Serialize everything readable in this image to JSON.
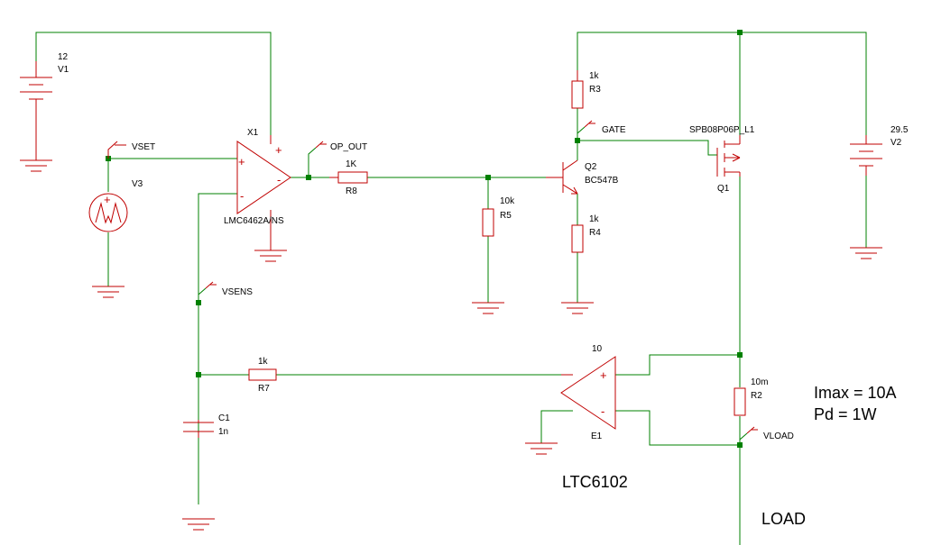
{
  "colors": {
    "wire": "#008000",
    "component": "#c00000",
    "text": "#000000",
    "background": "#ffffff"
  },
  "components": {
    "v1": {
      "value": "12",
      "name": "V1"
    },
    "v2": {
      "value": "29.5",
      "name": "V2"
    },
    "v3": {
      "name": "V3"
    },
    "x1": {
      "name": "X1",
      "model": "LMC6462A/NS"
    },
    "r8": {
      "value": "1K",
      "name": "R8"
    },
    "r5": {
      "value": "10k",
      "name": "R5"
    },
    "r3": {
      "value": "1k",
      "name": "R3"
    },
    "r4": {
      "value": "1k",
      "name": "R4"
    },
    "r7": {
      "value": "1k",
      "name": "R7"
    },
    "r2": {
      "value": "10m",
      "name": "R2"
    },
    "c1": {
      "name": "C1",
      "value": "1n"
    },
    "q2": {
      "name": "Q2",
      "model": "BC547B"
    },
    "q1": {
      "model": "SPB08P06P_L1",
      "name": "Q1"
    },
    "e1": {
      "gain": "10",
      "name": "E1"
    }
  },
  "net_labels": {
    "vset": "VSET",
    "op_out": "OP_OUT",
    "gate": "GATE",
    "vsens": "VSENS",
    "vload": "VLOAD"
  },
  "notes": {
    "ltc": "LTC6102",
    "load": "LOAD",
    "imax": "Imax = 10A",
    "pd": "Pd = 1W"
  },
  "signs": {
    "plus": "+",
    "minus": "-"
  }
}
